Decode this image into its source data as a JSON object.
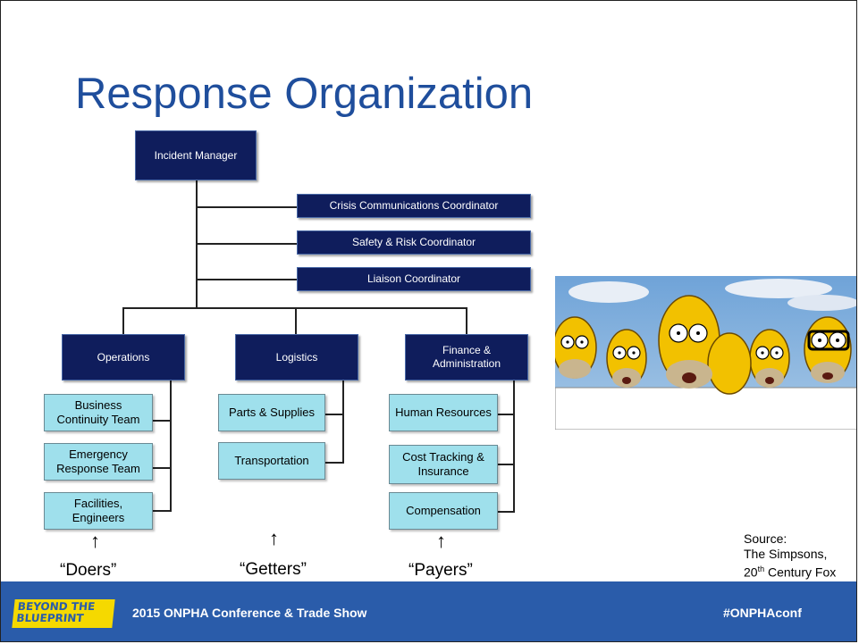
{
  "title": "Response Organization",
  "incident_manager": "Incident Manager",
  "coordinators": [
    "Crisis Communications Coordinator",
    "Safety & Risk Coordinator",
    "Liaison Coordinator"
  ],
  "sections": [
    {
      "label": "Operations",
      "items": [
        "Business Continuity Team",
        "Emergency Response Team",
        "Facilities, Engineers"
      ],
      "group_label": "“Doers”"
    },
    {
      "label": "Logistics",
      "items": [
        "Parts & Supplies",
        "Transportation"
      ],
      "group_label": "“Getters”"
    },
    {
      "label": "Finance & Administration",
      "items": [
        "Human Resources",
        "Cost Tracking & Insurance",
        "Compensation"
      ],
      "group_label": "“Payers”"
    }
  ],
  "arrow_glyph": "↑",
  "image_caption": [
    "Source:",
    "The Simpsons,",
    "20th Century Fox"
  ],
  "footer": {
    "logo_text": "BEYOND THE BLUEPRINT",
    "title": "2015 ONPHA Conference & Trade Show",
    "hashtag": "#ONPHAconf"
  },
  "colors": {
    "title": "#1f4e9c",
    "dark_box": "#0f1d5c",
    "light_box": "#9fe0ec",
    "footer": "#2a5caa"
  }
}
